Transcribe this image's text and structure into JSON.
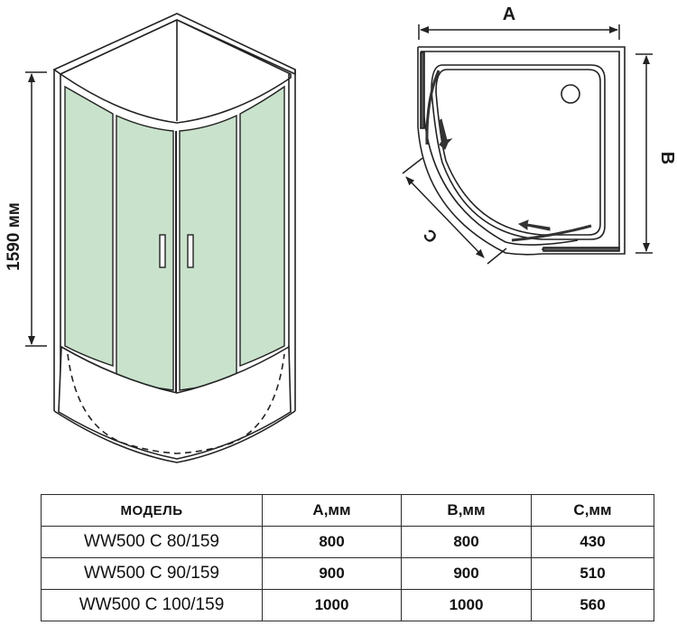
{
  "front_view": {
    "height_label": "1590 мм",
    "glass_color": "#c9e2cc",
    "frame_color": "#222222"
  },
  "top_view": {
    "dim_a_label": "A",
    "dim_b_label": "B",
    "dim_c_label": "C"
  },
  "spec_table": {
    "headers": [
      "МОДЕЛЬ",
      "A,мм",
      "B,мм",
      "C,мм"
    ],
    "rows": [
      {
        "model": "WW500 C 80/159",
        "a": "800",
        "b": "800",
        "c": "430"
      },
      {
        "model": "WW500 C 90/159",
        "a": "900",
        "b": "900",
        "c": "510"
      },
      {
        "model": "WW500 C 100/159",
        "a": "1000",
        "b": "1000",
        "c": "560"
      }
    ]
  }
}
